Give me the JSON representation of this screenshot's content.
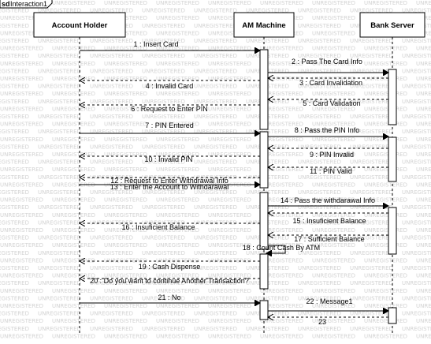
{
  "frame": {
    "kind": "sd",
    "name": "Interaction1"
  },
  "watermark": "UNREGISTERED",
  "lifelines": [
    {
      "name": "Account Holder"
    },
    {
      "name": "AM Machine"
    },
    {
      "name": "Bank Server"
    }
  ],
  "messages": [
    {
      "label": "1 : Insert Card",
      "from": 0,
      "to": 1,
      "reply": false
    },
    {
      "label": "2 : Pass The Card Info",
      "from": 1,
      "to": 2,
      "reply": false
    },
    {
      "label": "3 : Card Invalidation",
      "from": 2,
      "to": 1,
      "reply": true
    },
    {
      "label": "4 : Invalid Card",
      "from": 1,
      "to": 0,
      "reply": true
    },
    {
      "label": "5 : Card Validation",
      "from": 2,
      "to": 1,
      "reply": true
    },
    {
      "label": "6 : Request to Enter PIN",
      "from": 1,
      "to": 0,
      "reply": true
    },
    {
      "label": "7 : PIN Entered",
      "from": 0,
      "to": 1,
      "reply": false
    },
    {
      "label": "8 : Pass the PIN Info",
      "from": 1,
      "to": 2,
      "reply": false
    },
    {
      "label": "9 : PIN Invalid",
      "from": 2,
      "to": 1,
      "reply": true
    },
    {
      "label": "10 : Invalid PIN",
      "from": 1,
      "to": 0,
      "reply": true
    },
    {
      "label": "11 : PIN Valid",
      "from": 2,
      "to": 1,
      "reply": true
    },
    {
      "label": "12 : Request to Enter Withdrawal Info",
      "from": 1,
      "to": 0,
      "reply": true
    },
    {
      "label": "13 : Enter the Account to Withdarawal",
      "from": 0,
      "to": 1,
      "reply": false
    },
    {
      "label": "14 : Pass the withdarawal Info",
      "from": 1,
      "to": 2,
      "reply": false
    },
    {
      "label": "15 : Insuficient Balance",
      "from": 2,
      "to": 1,
      "reply": true
    },
    {
      "label": "16 : Insuficient Balance",
      "from": 1,
      "to": 0,
      "reply": true
    },
    {
      "label": "17 : Sufficient Balance",
      "from": 2,
      "to": 1,
      "reply": true
    },
    {
      "label": "18 : Count Cash By ATM",
      "from": 1,
      "to": 1,
      "reply": false
    },
    {
      "label": "19 : Cash Dispense",
      "from": 1,
      "to": 0,
      "reply": true
    },
    {
      "label": "20 : Do you want to continue Another Transaction?",
      "from": 1,
      "to": 0,
      "reply": true
    },
    {
      "label": "21 : No",
      "from": 0,
      "to": 1,
      "reply": false
    },
    {
      "label": "22 : Message1",
      "from": 1,
      "to": 2,
      "reply": false
    },
    {
      "label": "23",
      "from": 2,
      "to": 1,
      "reply": true
    }
  ]
}
